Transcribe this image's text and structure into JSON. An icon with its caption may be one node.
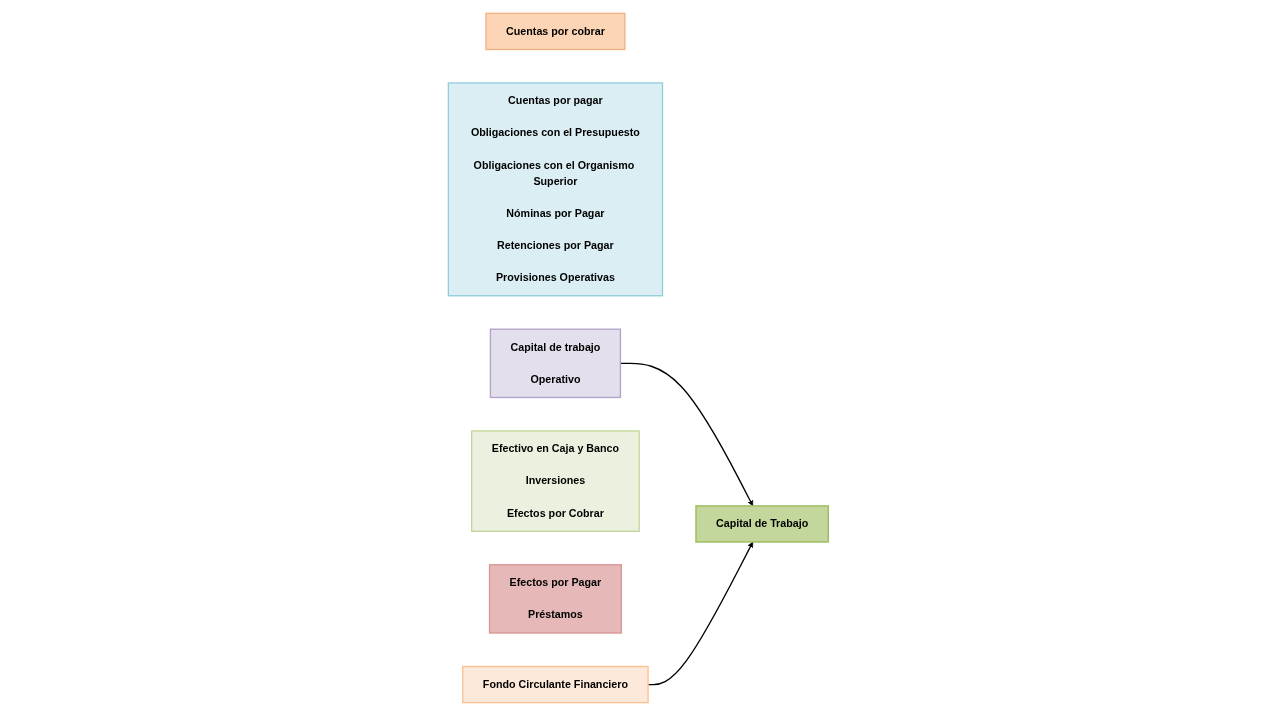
{
  "diagram": {
    "nodes": [
      {
        "text": [
          "Cuentas por cobrar"
        ]
      },
      {
        "text": [
          "Cuentas por pagar",
          "Obligaciones con el Presupuesto",
          "Obligaciones con el Organismo Superior",
          "Nóminas por Pagar",
          "Retenciones por Pagar",
          "Provisiones Operativas"
        ]
      },
      {
        "text": [
          "Capital de trabajo",
          "Operativo"
        ]
      },
      {
        "text": [
          "Capital de Trabajo"
        ]
      },
      {
        "text": [
          "Efectivo en Caja y Banco",
          "Inversiones",
          "Efectos por Cobrar"
        ]
      },
      {
        "text": [
          "Efectos por Pagar",
          "Préstamos"
        ]
      },
      {
        "text": [
          "Fondo Circulante Financiero"
        ]
      }
    ],
    "edges": [
      {
        "from": 2,
        "to": 3,
        "arrow": "to"
      },
      {
        "from": 6,
        "to": 3,
        "arrow": "to"
      }
    ]
  }
}
